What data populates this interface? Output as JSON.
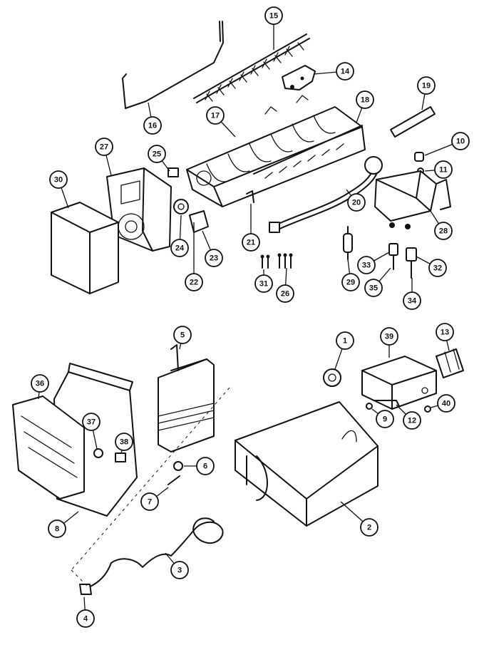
{
  "diagram": {
    "callouts": [
      {
        "id": "c1",
        "label": "1"
      },
      {
        "id": "c2",
        "label": "2"
      },
      {
        "id": "c3",
        "label": "3"
      },
      {
        "id": "c4",
        "label": "4"
      },
      {
        "id": "c5",
        "label": "5"
      },
      {
        "id": "c6",
        "label": "6"
      },
      {
        "id": "c7",
        "label": "7"
      },
      {
        "id": "c8",
        "label": "8"
      },
      {
        "id": "c9",
        "label": "9"
      },
      {
        "id": "c10",
        "label": "10"
      },
      {
        "id": "c11",
        "label": "11"
      },
      {
        "id": "c12",
        "label": "12"
      },
      {
        "id": "c13",
        "label": "13"
      },
      {
        "id": "c14",
        "label": "14"
      },
      {
        "id": "c15",
        "label": "15"
      },
      {
        "id": "c16",
        "label": "16"
      },
      {
        "id": "c17",
        "label": "17"
      },
      {
        "id": "c18",
        "label": "18"
      },
      {
        "id": "c19",
        "label": "19"
      },
      {
        "id": "c20",
        "label": "20"
      },
      {
        "id": "c21",
        "label": "21"
      },
      {
        "id": "c22",
        "label": "22"
      },
      {
        "id": "c23",
        "label": "23"
      },
      {
        "id": "c24",
        "label": "24"
      },
      {
        "id": "c25",
        "label": "25"
      },
      {
        "id": "c26",
        "label": "26"
      },
      {
        "id": "c27",
        "label": "27"
      },
      {
        "id": "c28",
        "label": "28"
      },
      {
        "id": "c29",
        "label": "29"
      },
      {
        "id": "c30",
        "label": "30"
      },
      {
        "id": "c31",
        "label": "31"
      },
      {
        "id": "c32",
        "label": "32"
      },
      {
        "id": "c33",
        "label": "33"
      },
      {
        "id": "c34",
        "label": "34"
      },
      {
        "id": "c35",
        "label": "35"
      },
      {
        "id": "c36",
        "label": "36"
      },
      {
        "id": "c37",
        "label": "37"
      },
      {
        "id": "c38",
        "label": "38"
      },
      {
        "id": "c39",
        "label": "39"
      },
      {
        "id": "c40",
        "label": "40"
      }
    ]
  }
}
